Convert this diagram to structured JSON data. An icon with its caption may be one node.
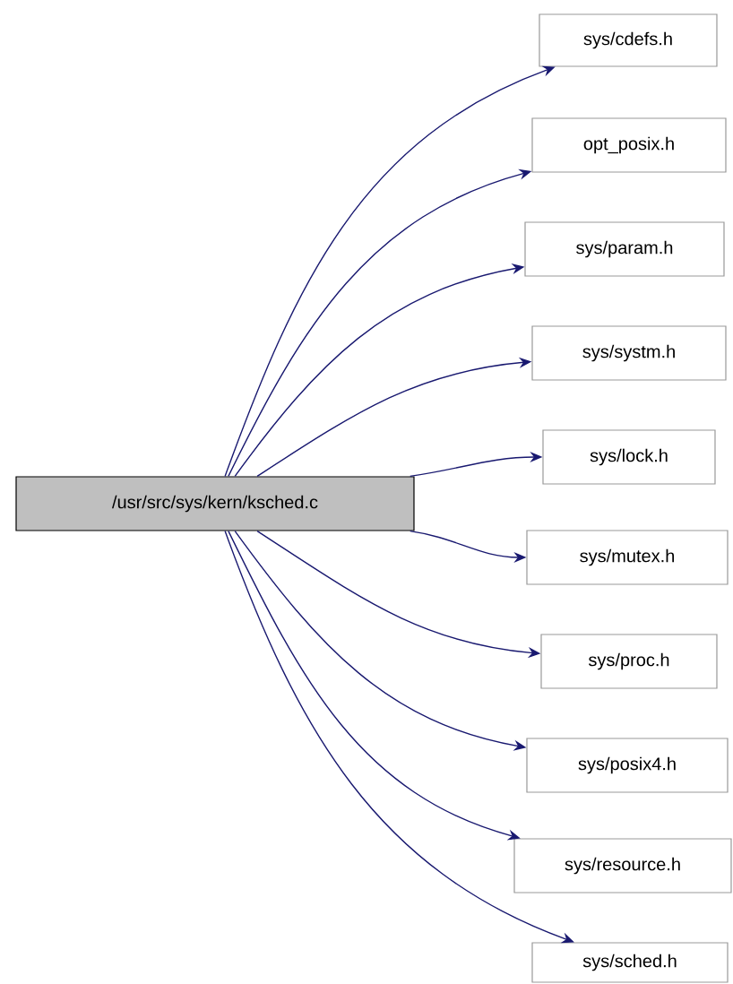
{
  "diagram": {
    "nodes": [
      {
        "text": [
          "/usr/src/sys/kern/ksched.c"
        ]
      },
      {
        "text": [
          "sys/cdefs.h"
        ]
      },
      {
        "text": [
          "opt_posix.h"
        ]
      },
      {
        "text": [
          "sys/param.h"
        ]
      },
      {
        "text": [
          "sys/systm.h"
        ]
      },
      {
        "text": [
          "sys/lock.h"
        ]
      },
      {
        "text": [
          "sys/mutex.h"
        ]
      },
      {
        "text": [
          "sys/proc.h"
        ]
      },
      {
        "text": [
          "sys/posix4.h"
        ]
      },
      {
        "text": [
          "sys/resource.h"
        ]
      },
      {
        "text": [
          "sys/sched.h"
        ]
      }
    ],
    "edges": [
      {
        "from": 0,
        "to": 1,
        "arrow": "to"
      },
      {
        "from": 0,
        "to": 2,
        "arrow": "to"
      },
      {
        "from": 0,
        "to": 3,
        "arrow": "to"
      },
      {
        "from": 0,
        "to": 4,
        "arrow": "to"
      },
      {
        "from": 0,
        "to": 5,
        "arrow": "to"
      },
      {
        "from": 0,
        "to": 6,
        "arrow": "to"
      },
      {
        "from": 0,
        "to": 7,
        "arrow": "to"
      },
      {
        "from": 0,
        "to": 8,
        "arrow": "to"
      },
      {
        "from": 0,
        "to": 9,
        "arrow": "to"
      },
      {
        "from": 0,
        "to": 10,
        "arrow": "to"
      }
    ]
  }
}
